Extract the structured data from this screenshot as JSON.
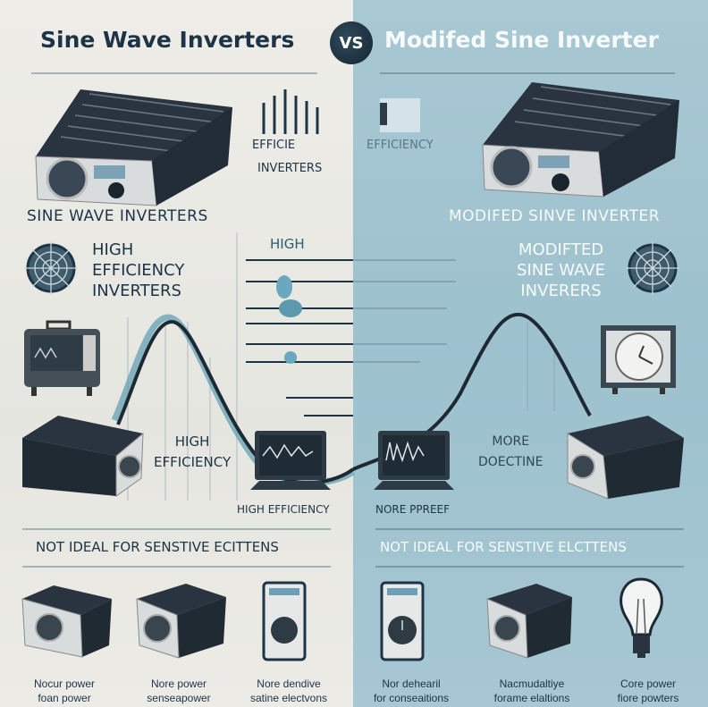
{
  "header": {
    "left_title": "Sine Wave Inverters",
    "vs": "VS",
    "right_title": "Modifed Sine Inverter"
  },
  "left": {
    "chart_label_1": "EFFICIE",
    "chart_label_2": "INVERTERS",
    "subtitle": "SINE WAVE  INVERTERS",
    "feature_lines": [
      "HIGH",
      "EFFICIENCY",
      "INVERTERS"
    ],
    "center_high": "HIGH",
    "wave_label_lines": [
      "HIGH",
      "EFFICIENCY"
    ],
    "laptop_label": "HIGH EFFICIENCY",
    "note": "NOT  IDEAL FOR SENSTIVE ECITTENS",
    "bottom_items": [
      {
        "line1": "Nocur power",
        "line2": "foan power",
        "icon": "inverter-icon"
      },
      {
        "line1": "Nore power",
        "line2": "senseapower",
        "icon": "inverter-icon"
      },
      {
        "line1": "Nore dendive",
        "line2": "satine electvons",
        "icon": "control-panel-icon"
      }
    ]
  },
  "right": {
    "chart_label": "EFFICIENCY",
    "subtitle": "MODIFED SINVE INVERTER",
    "feature_lines": [
      "MODIFTED",
      "SINE WAVE",
      "INVERERS"
    ],
    "laptop_label": "NORE PPREEF",
    "wave_label_lines": [
      "MORE",
      "DOECTINE"
    ],
    "note": "NOT IDEAL FOR SENSTIVE ELCTTENS",
    "bottom_items": [
      {
        "line1": "Nor dehearil",
        "line2": "for conseaitions",
        "icon": "control-panel-icon"
      },
      {
        "line1": "Nacmudaltiye",
        "line2": "forame elaltions",
        "icon": "inverter-icon"
      },
      {
        "line1": "Core power",
        "line2": "fiore powters",
        "icon": "light-bulb-icon"
      }
    ]
  },
  "colors": {
    "left_bg": "#eceBE6",
    "right_bg": "#a0c3d0",
    "text_dark": "#1d3346",
    "accent": "#5a9bb0"
  }
}
